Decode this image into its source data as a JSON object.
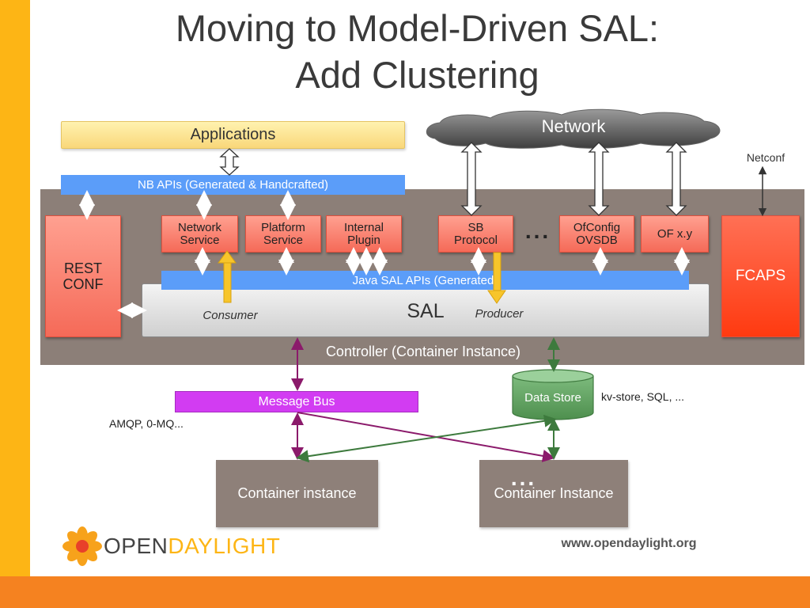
{
  "title": {
    "line1": "Moving to Model-Driven SAL:",
    "line2": "Add Clustering"
  },
  "applications": "Applications",
  "network": "Network",
  "netconf": "Netconf",
  "nb_apis": "NB APIs (Generated & Handcrafted)",
  "rest_conf": {
    "line1": "REST",
    "line2": "CONF"
  },
  "plugins": [
    {
      "line1": "Network",
      "line2": "Service"
    },
    {
      "line1": "Platform",
      "line2": "Service"
    },
    {
      "line1": "Internal",
      "line2": "Plugin"
    },
    {
      "line1": "SB",
      "line2": "Protocol"
    },
    {
      "line1": "OfConfig",
      "line2": "OVSDB"
    },
    {
      "line1": "OF x.y",
      "line2": ""
    }
  ],
  "ellipsis": "...",
  "fcaps": "FCAPS",
  "java_sal_apis": "Java SAL APIs (Generated)",
  "sal": "SAL",
  "consumer": "Consumer",
  "producer": "Producer",
  "controller_label": "Controller (Container Instance)",
  "message_bus": "Message Bus",
  "data_store": "Data Store",
  "kv_store": "kv-store, SQL, ...",
  "amqp": "AMQP, 0-MQ...",
  "container_instance_1": "Container instance",
  "container_instance_2": "Container Instance",
  "logo": {
    "open": "OPEN",
    "day": "DAY",
    "light": "LIGHT"
  },
  "website": "www.opendaylight.org",
  "colors": {
    "left_bar": "#fdb515",
    "bottom_bar": "#f58220",
    "controller": "#8c7f78",
    "api_bar": "#5b9df9",
    "message_bus": "#d23cf2",
    "data_store": "#6aa86e",
    "arrow_purple": "#8b1a6b",
    "arrow_green": "#3d7a3d"
  },
  "icons": [
    "double-arrow-icon",
    "consumer-arrow-icon",
    "producer-arrow-icon",
    "network-cloud-icon",
    "data-store-cylinder-icon",
    "opendaylight-flower-icon"
  ]
}
